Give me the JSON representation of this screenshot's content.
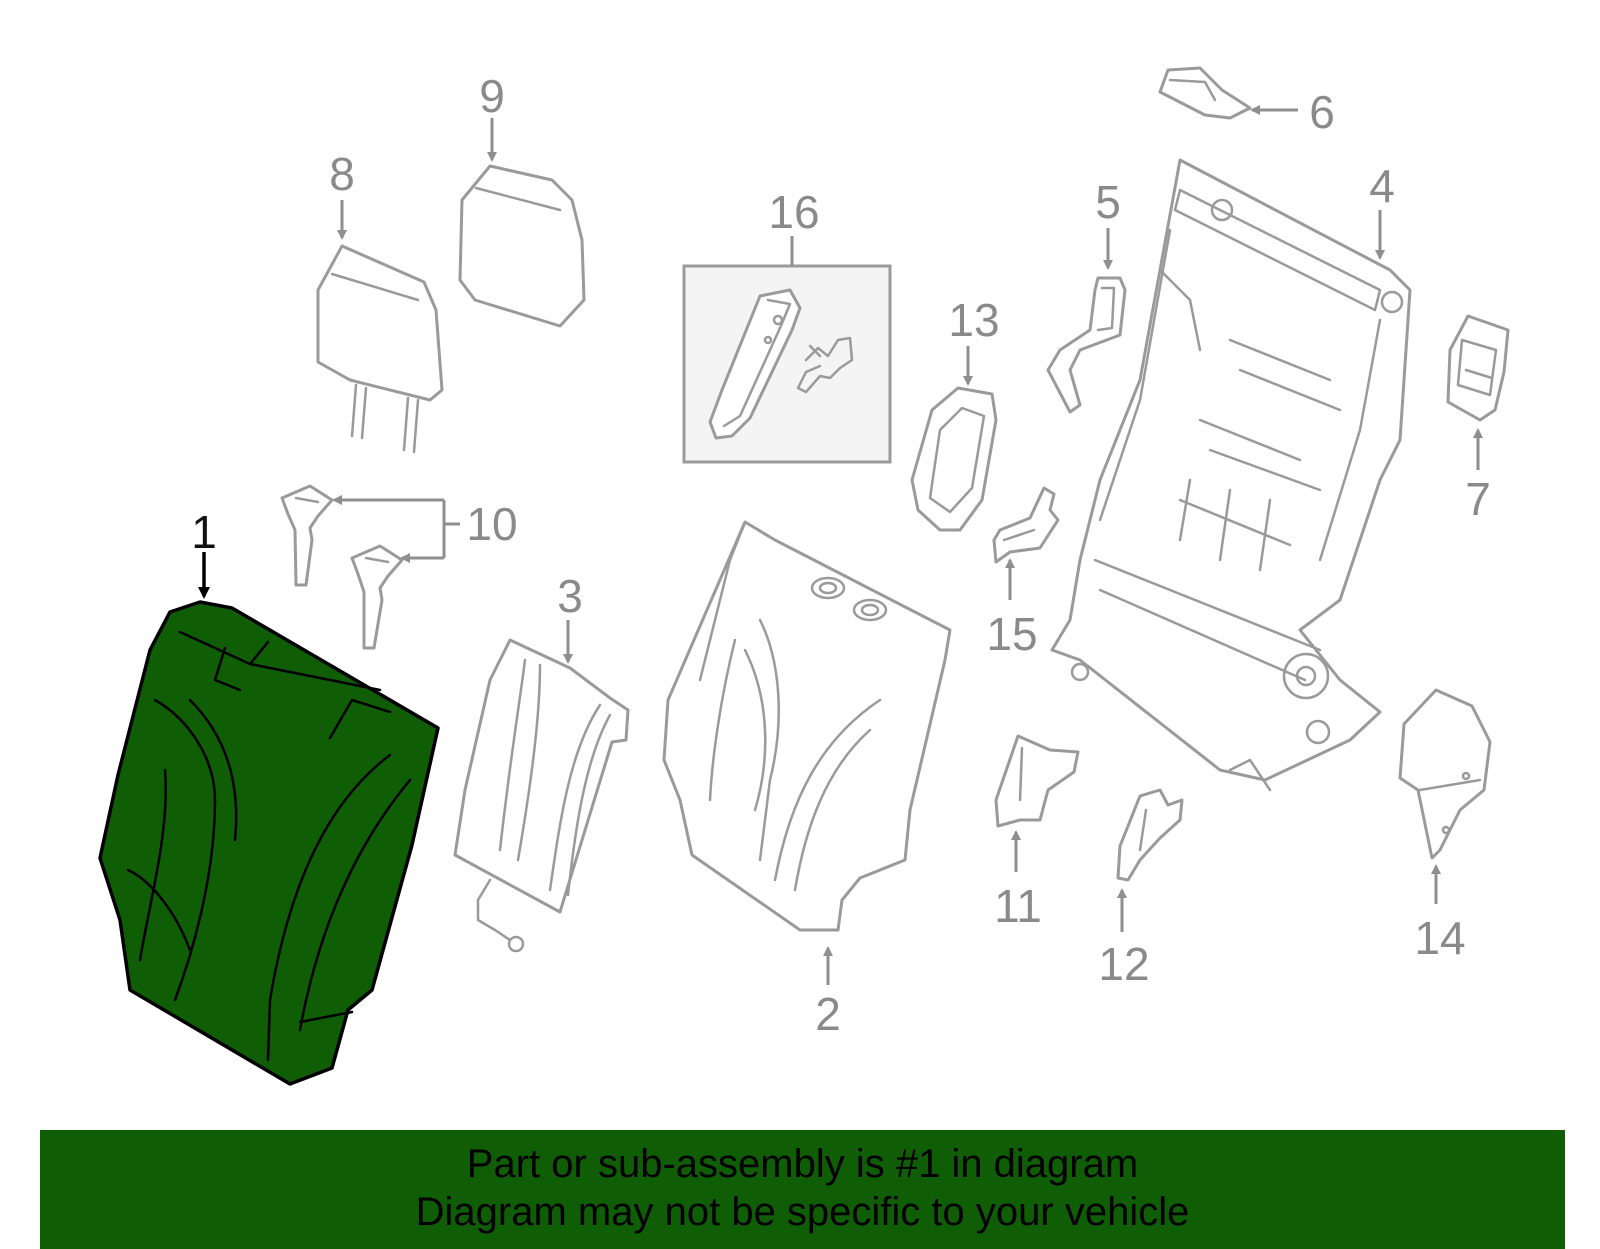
{
  "callouts": {
    "c1": "1",
    "c2": "2",
    "c3": "3",
    "c4": "4",
    "c5": "5",
    "c6": "6",
    "c7": "7",
    "c8": "8",
    "c9": "9",
    "c10": "10",
    "c11": "11",
    "c12": "12",
    "c13": "13",
    "c14": "14",
    "c15": "15",
    "c16": "16"
  },
  "highlight_color": "#0f5e06",
  "banner": {
    "line1": "Part or sub-assembly is #1 in diagram",
    "line2": "Diagram may not be specific to your vehicle"
  }
}
